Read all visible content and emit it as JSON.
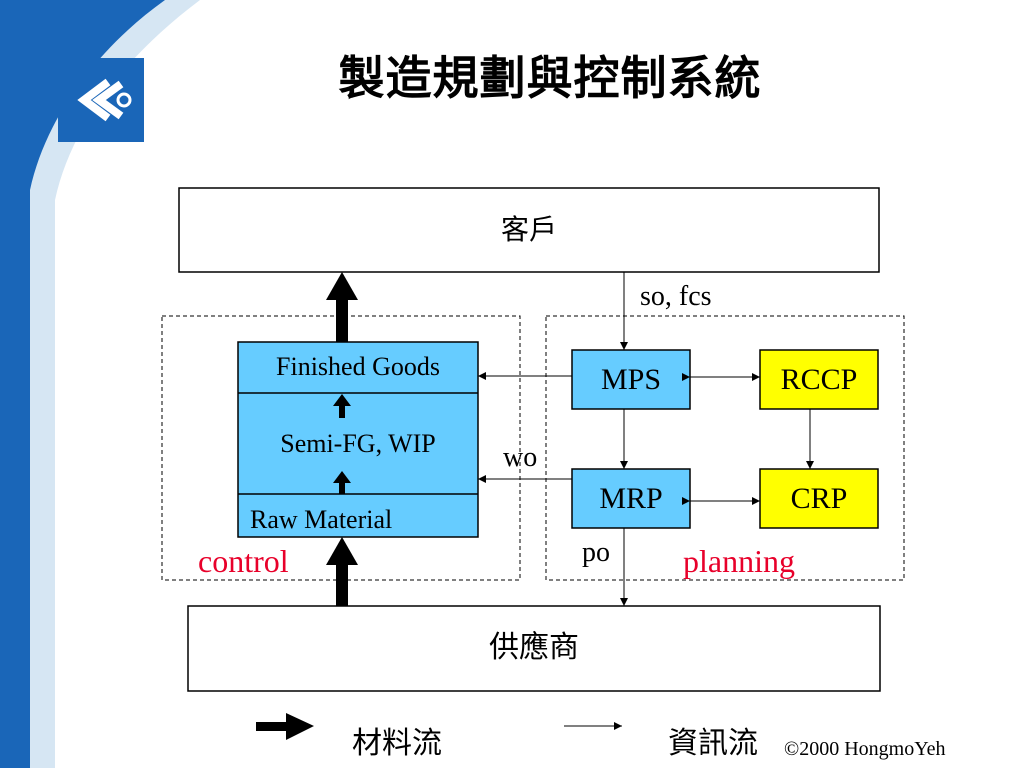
{
  "title": "製造規劃與控制系統",
  "colors": {
    "deco_blue": "#1a66b8",
    "deco_light": "#d6e6f3",
    "inventory_fill": "#66ccff",
    "planning_fill": "#66ccff",
    "capacity_fill": "#ffff00",
    "area_label": "#e8002a"
  },
  "logo": {
    "icon": "double-chevron-left-icon"
  },
  "customer": {
    "label": "客戶"
  },
  "supplier": {
    "label": "供應商"
  },
  "inventory": {
    "finished_goods": "Finished Goods",
    "wip": "Semi-FG, WIP",
    "raw_material": "Raw Material"
  },
  "planning_modules": {
    "mps": "MPS",
    "mrp": "MRP",
    "rccp": "RCCP",
    "crp": "CRP"
  },
  "flow_labels": {
    "so_fcs": "so, fcs",
    "wo": "wo",
    "po": "po"
  },
  "areas": {
    "control": "control",
    "planning": "planning"
  },
  "legend": {
    "material_flow": "材料流",
    "info_flow": "資訊流",
    "copyright": "©2000 HongmoYeh"
  }
}
